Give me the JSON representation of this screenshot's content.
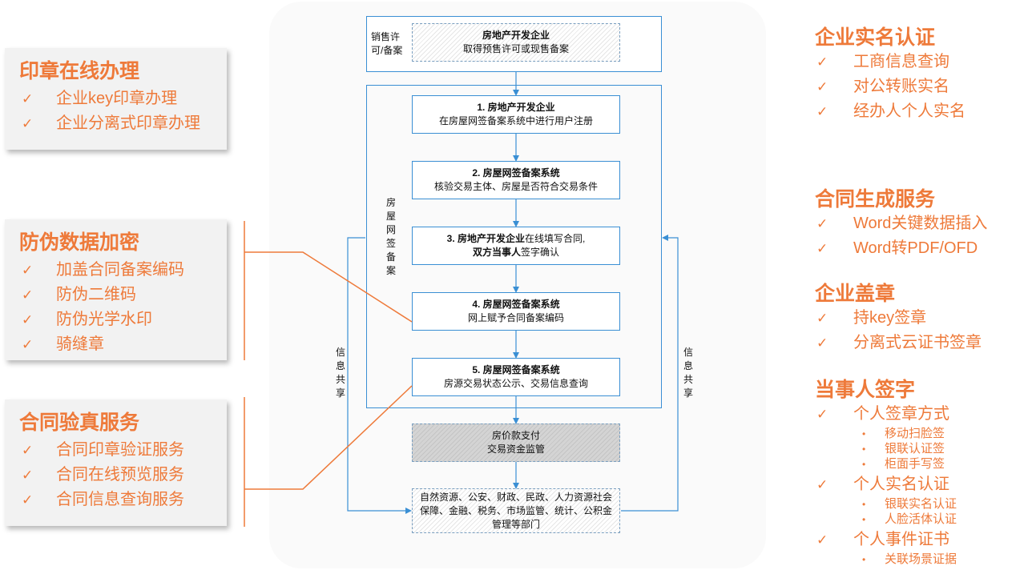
{
  "left": {
    "seal": {
      "title": "印章在线办理",
      "items": [
        "企业key印章办理",
        "企业分离式印章办理"
      ]
    },
    "anti": {
      "title": "防伪数据加密",
      "items": [
        "加盖合同备案编码",
        "防伪二维码",
        "防伪光学水印",
        "骑缝章"
      ]
    },
    "verify": {
      "title": "合同验真服务",
      "items": [
        "合同印章验证服务",
        "合同在线预览服务",
        "合同信息查询服务"
      ]
    }
  },
  "right": {
    "realname": {
      "title": "企业实名认证",
      "items": [
        "工商信息查询",
        "对公转账实名",
        "经办人个人实名"
      ]
    },
    "contract": {
      "title": "合同生成服务",
      "items": [
        "Word关键数据插入",
        "Word转PDF/OFD"
      ]
    },
    "enterprise_seal": {
      "title": "企业盖章",
      "items": [
        "持key签章",
        "分离式云证书签章"
      ]
    },
    "party_sign": {
      "title": "当事人签字",
      "groups": [
        {
          "label": "个人签章方式",
          "subs": [
            "移动扫脸签",
            "银联认证签",
            "柜面手写签"
          ]
        },
        {
          "label": "个人实名认证",
          "subs": [
            "银联实名认证",
            "人脸活体认证"
          ]
        },
        {
          "label": "个人事件证书",
          "subs": [
            "关联场景证据"
          ]
        }
      ]
    }
  },
  "check_glyph": "✓",
  "dot_glyph": "•",
  "flow": {
    "top_tag": "销售许可/备案",
    "top_box": {
      "line1": "房地产开发企业",
      "line2": "取得预售许可或现售备案"
    },
    "frame_label": "房屋网签备案",
    "steps": [
      {
        "num": "1.",
        "bold": "房地产开发企业",
        "line2": "在房屋网签备案系统中进行用户注册"
      },
      {
        "num": "2.",
        "bold": "房屋网签备案系统",
        "line2": "核验交易主体、房屋是否符合交易条件"
      },
      {
        "num": "3.",
        "bold": "房地产开发企业",
        "rest1": "在线填写合同,",
        "bold2": "双方当事人",
        "rest2": "签字确认"
      },
      {
        "num": "4.",
        "bold": "房屋网签备案系统",
        "line2": "网上赋予合同备案编码"
      },
      {
        "num": "5.",
        "bold": "房屋网签备案系统",
        "line2": "房源交易状态公示、交易信息查询"
      }
    ],
    "payment": {
      "line1": "房价款支付",
      "line2": "交易资金监管"
    },
    "depts": "自然资源、公安、财政、民政、人力资源社会保障、金融、税务、市场监管、统计、公积金管理等部门",
    "share_left": "信息共享",
    "share_right": "信息共享"
  },
  "colors": {
    "accent": "#ee7a3a",
    "flow_line": "#3a8fd4"
  }
}
